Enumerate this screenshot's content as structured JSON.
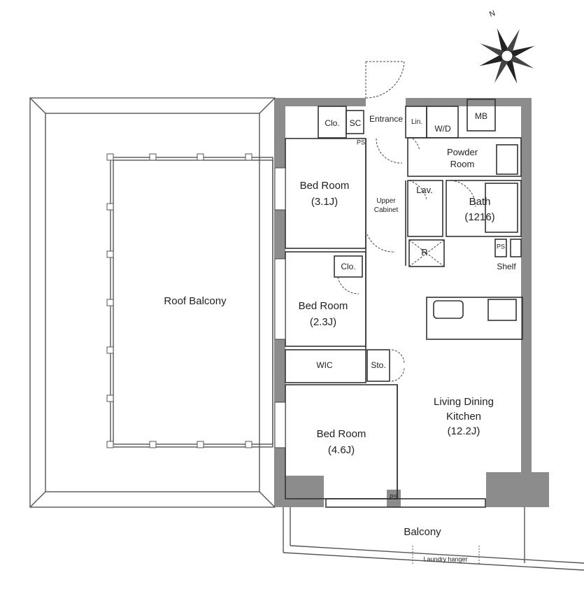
{
  "rooms": {
    "roof_balcony": "Roof Balcony",
    "bed1_name": "Bed Room",
    "bed1_size": "(3.1J)",
    "bed2_name": "Bed Room",
    "bed2_size": "(2.3J)",
    "bed3_name": "Bed Room",
    "bed3_size": "(4.6J)",
    "ldk_line1": "Living Dining",
    "ldk_line2": "Kitchen",
    "ldk_size": "(12.2J)",
    "bath_name": "Bath",
    "bath_size": "(1216)",
    "powder_line1": "Powder",
    "powder_line2": "Room",
    "balcony": "Balcony",
    "entrance": "Entrance",
    "wic": "WIC"
  },
  "fixtures": {
    "clo_1": "Clo.",
    "sc": "SC",
    "lin": "Lin.",
    "wd": "W/D",
    "mb": "MB",
    "lav": "Lav.",
    "upper_cabinet_1": "Upper",
    "upper_cabinet_2": "Cabinet",
    "r": "R",
    "ps_1": "PS",
    "ps_2": "PS",
    "ps_3": "PS",
    "shelf": "Shelf",
    "clo_2": "Clo.",
    "sto": "Sto.",
    "laundry_hanger": "Laundry hanger"
  },
  "compass": {
    "north": "N"
  },
  "colors": {
    "wall": "#8c8c8c",
    "line": "#333333",
    "background": "#ffffff"
  }
}
